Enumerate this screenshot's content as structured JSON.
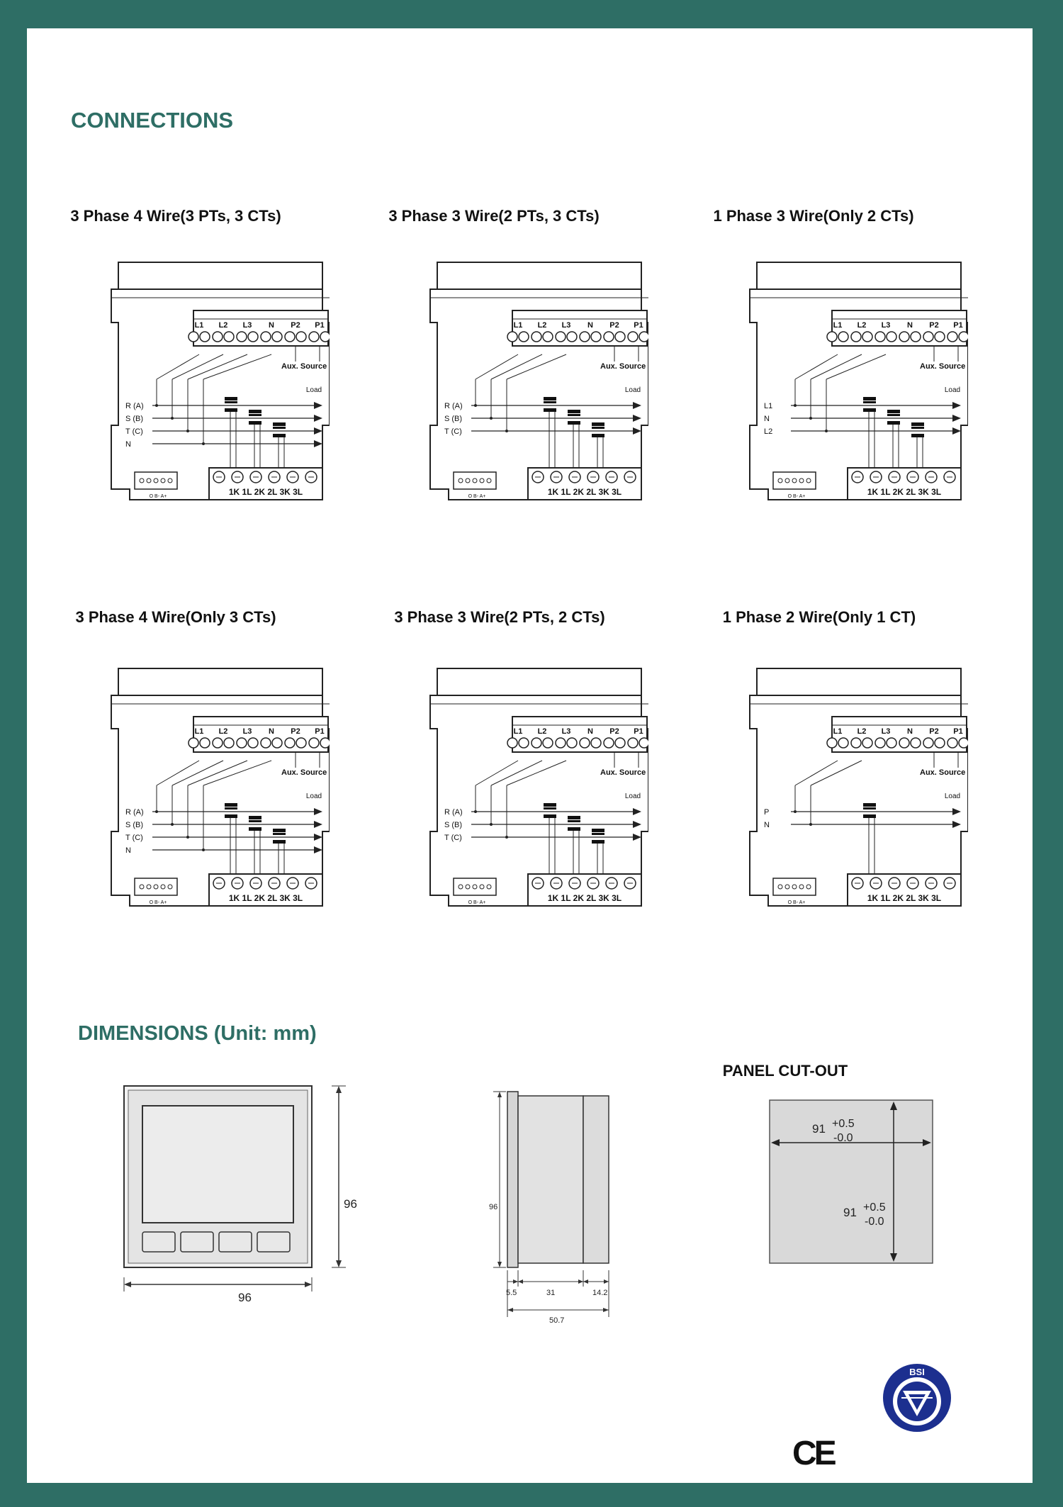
{
  "headings": {
    "connections": "CONNECTIONS",
    "dimensions": "DIMENSIONS (Unit: mm)",
    "panel_cutout": "PANEL CUT-OUT"
  },
  "terminal_labels": [
    "L1",
    "L2",
    "L3",
    "N",
    "P2",
    "P1"
  ],
  "bottom_terminal_labels": "1K 1L 2K 2L 3K 3L",
  "aux_source_label": "Aux. Source",
  "load_label": "Load",
  "comm_label": "O B- A+",
  "diagrams": [
    {
      "title": "3 Phase 4 Wire(3 PTs, 3 CTs)",
      "lines": [
        "R (A)",
        "S (B)",
        "T (C)",
        "N"
      ]
    },
    {
      "title": "3 Phase 3 Wire(2 PTs, 3 CTs)",
      "lines": [
        "R (A)",
        "S (B)",
        "T (C)"
      ]
    },
    {
      "title": "1 Phase 3 Wire(Only 2 CTs)",
      "lines": [
        "L1",
        "N",
        "L2"
      ]
    },
    {
      "title": "3 Phase 4 Wire(Only 3 CTs)",
      "lines": [
        "R (A)",
        "S (B)",
        "T (C)",
        "N"
      ]
    },
    {
      "title": "3 Phase 3 Wire(2 PTs, 2 CTs)",
      "lines": [
        "R (A)",
        "S (B)",
        "T (C)"
      ]
    },
    {
      "title": "1 Phase 2 Wire(Only 1 CT)",
      "lines": [
        "P",
        "N"
      ]
    }
  ],
  "dimensions": {
    "front_height": "96",
    "front_width": "96",
    "side_height": "96",
    "side_depth_a": "5.5",
    "side_depth_b": "31",
    "side_depth_c": "14.2",
    "side_total": "50.7",
    "cutout_w_nominal": "91",
    "cutout_w_tol_plus": "+0.5",
    "cutout_w_tol_minus": "-0.0",
    "cutout_h_nominal": "91",
    "cutout_h_tol_plus": "+0.5",
    "cutout_h_tol_minus": "-0.0"
  },
  "marks": {
    "ce": "CE",
    "bsi": "BSI"
  },
  "colors": {
    "border": "#2e6e65",
    "heading": "#2e6e65",
    "cutout_fill": "#d9d9d9",
    "bsi_blue": "#1c2f8f"
  }
}
